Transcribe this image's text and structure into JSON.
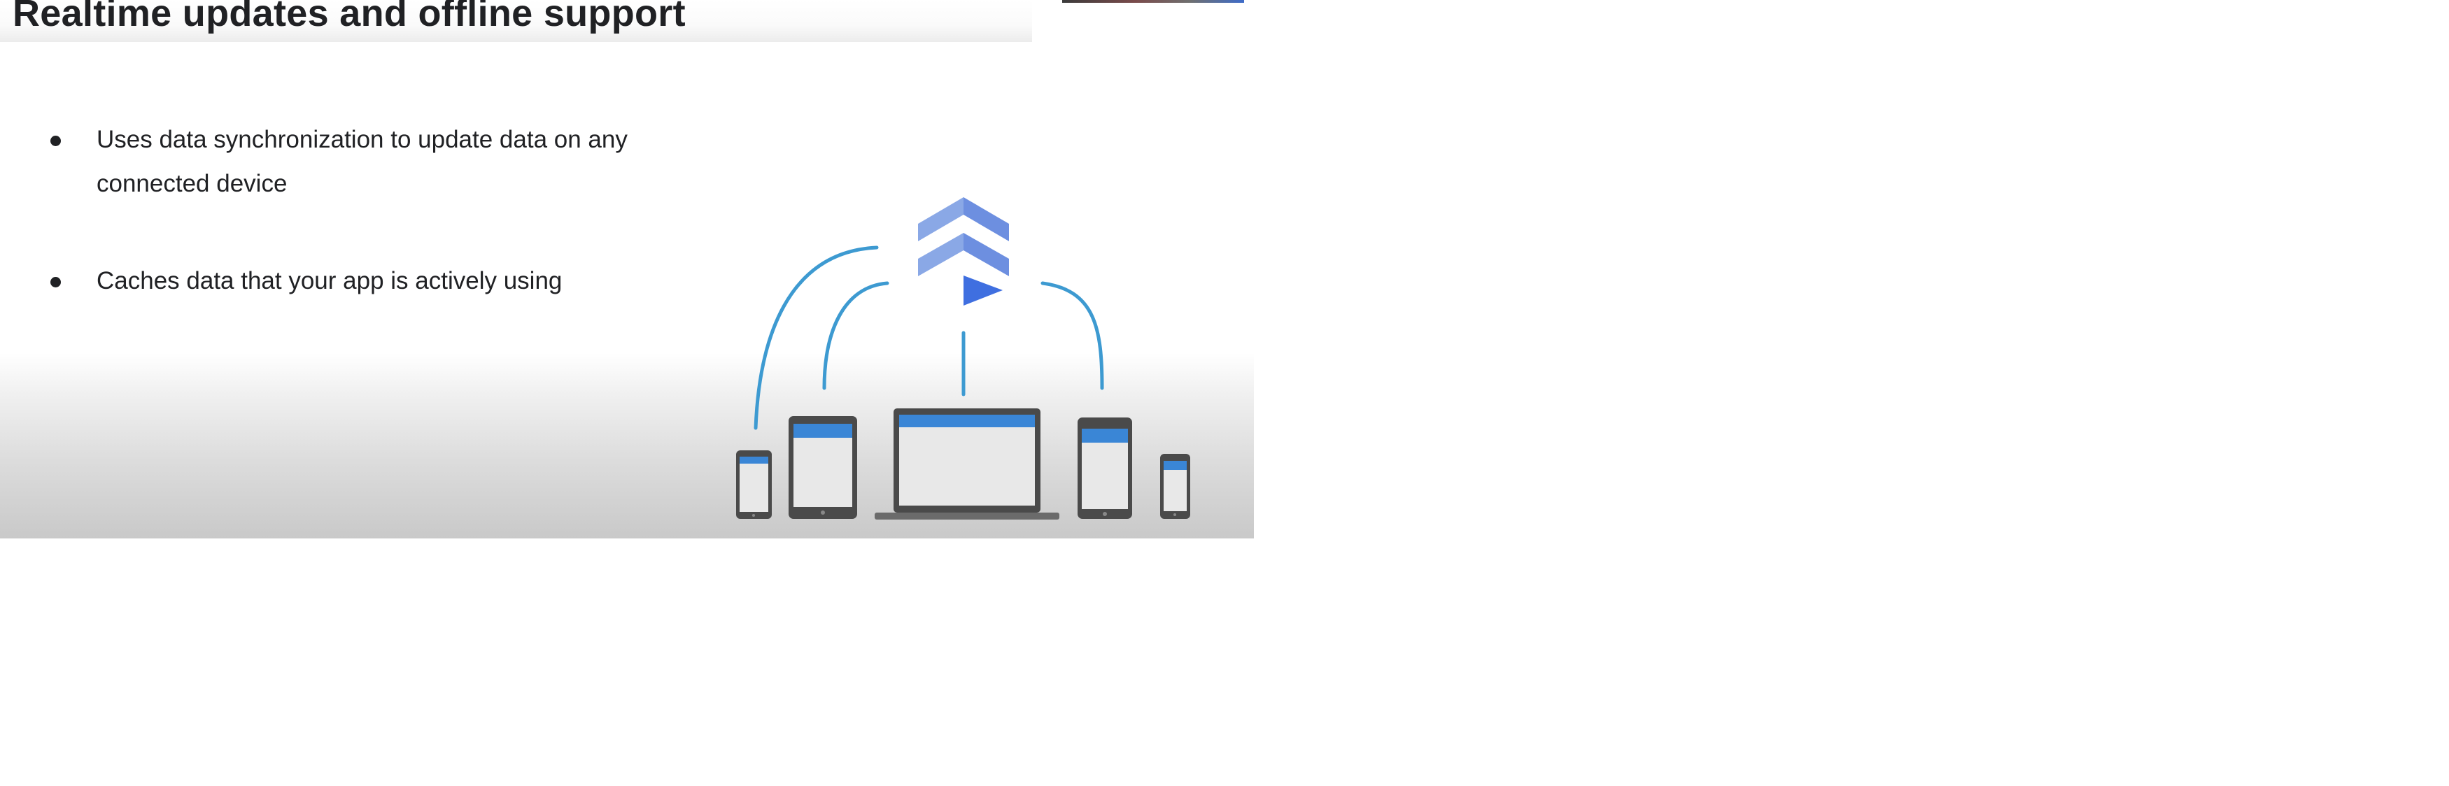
{
  "slide": {
    "title": "Realtime updates and offline support",
    "bullets": [
      "Uses data synchronization to update data on any connected device",
      "Caches data that your app is actively using"
    ]
  },
  "diagram": {
    "logo_icon": "firebase-firestore-icon",
    "devices": [
      "phone-small-icon",
      "tablet-icon",
      "laptop-icon",
      "tablet-icon",
      "phone-small-icon"
    ]
  },
  "colors": {
    "title_text": "#202124",
    "body_text": "#202124",
    "sync_line": "#3d9ad1",
    "screen_header": "#3a86d6",
    "device_frame": "#4a4a4a",
    "logo_light": "#8aa8e6",
    "logo_mid": "#6d8fe0",
    "logo_dark": "#3f6fe0"
  }
}
